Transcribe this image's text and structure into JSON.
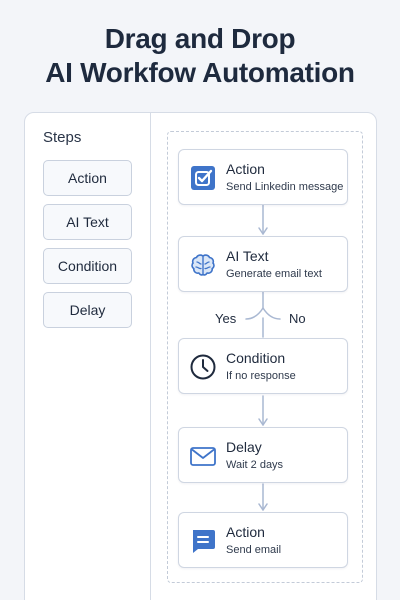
{
  "header": {
    "line1": "Drag and Drop",
    "line2": "AI Workfow Automation"
  },
  "sidebar": {
    "heading": "Steps",
    "items": [
      {
        "label": "Action"
      },
      {
        "label": "AI Text"
      },
      {
        "label": "Condition"
      },
      {
        "label": "Delay"
      }
    ]
  },
  "workflow": {
    "nodes": [
      {
        "title": "Action",
        "subtitle": "Send Linkedin message",
        "icon": "checkbox-icon"
      },
      {
        "title": "AI Text",
        "subtitle": "Generate email text",
        "icon": "brain-icon"
      },
      {
        "title": "Condition",
        "subtitle": "If no response",
        "icon": "clock-icon"
      },
      {
        "title": "Delay",
        "subtitle": "Wait 2 days",
        "icon": "envelope-icon"
      },
      {
        "title": "Action",
        "subtitle": "Send email",
        "icon": "message-icon"
      }
    ],
    "branches": {
      "yes": "Yes",
      "no": "No"
    }
  },
  "colors": {
    "accent": "#3f74c9",
    "connector": "#a9b8d2",
    "panel_border": "#d6dce6",
    "background": "#f3f5f9"
  }
}
